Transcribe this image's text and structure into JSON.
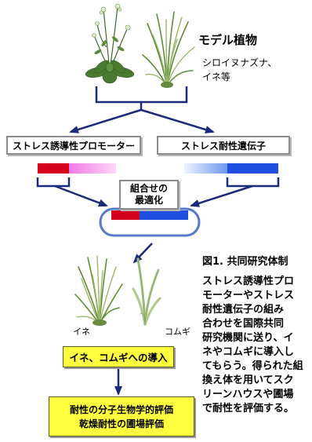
{
  "model_plants": {
    "title": "モデル植物",
    "line1": "シロイヌナズナ、",
    "line2": "イネ等"
  },
  "boxes": {
    "promoter": "ストレス誘導性プロモーター",
    "gene": "ストレス耐性遺伝子",
    "optimize_line1": "組合せの",
    "optimize_line2": "最適化",
    "introduce": "イネ、コムギへの導入",
    "eval_line1": "耐性の分子生物学的評価",
    "eval_line2": "乾燥耐性の圃場評価"
  },
  "labels": {
    "rice": "イネ",
    "wheat": "コムギ"
  },
  "caption": {
    "title": "図1. 共同研究体制",
    "lines": [
      "ストレス誘導性プロ",
      "モーターやストレス",
      "耐性遺伝子の組み",
      "合わせを国際共同",
      "研究機関に送り、イ",
      "ネやコムギに導入し",
      "てもらう。得られた組",
      "換え体を用いてスク",
      "リーンハウスや圃場",
      "で耐性を評価する。"
    ]
  },
  "colors": {
    "navy": "#1c2a7a",
    "red": "#d4001c",
    "blue": "#1f4fe0",
    "yellow": "#ffff40"
  }
}
